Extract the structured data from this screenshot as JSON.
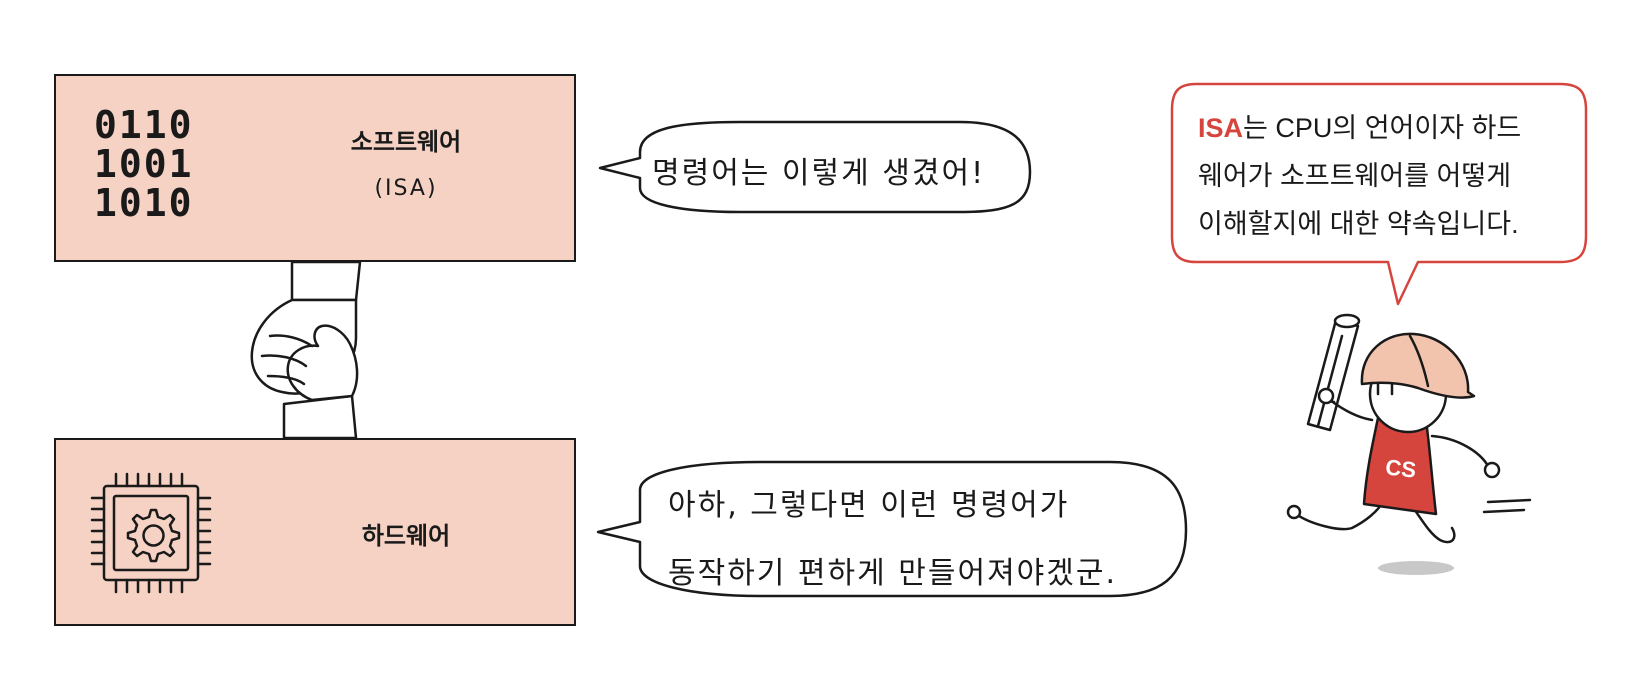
{
  "software": {
    "binary_lines": [
      "0110",
      "1001",
      "1010"
    ],
    "title": "소프트웨어",
    "subtitle": "(ISA)"
  },
  "hardware": {
    "title": "하드웨어"
  },
  "bubbles": {
    "top": "명령어는 이렇게 생겼어!",
    "bottom_line1": "아하, 그렇다면 이런 명령어가",
    "bottom_line2": "동작하기 편하게 만들어져야겠군."
  },
  "callout": {
    "highlight": "ISA",
    "line1_rest": "는 CPU의 언어이자 하드",
    "line2": "웨어가 소프트웨어를 어떻게",
    "line3": "이해할지에 대한 약속입니다."
  },
  "mascot": {
    "shirt_label": "CS"
  },
  "colors": {
    "box_fill": "#f5d2c3",
    "accent_red": "#d6453d",
    "helmet": "#f3c4ad",
    "outline": "#1a1a1a"
  },
  "icons": [
    "binary-code-icon",
    "cpu-chip-icon",
    "gear-icon",
    "handshake-icon",
    "scroll-icon"
  ]
}
